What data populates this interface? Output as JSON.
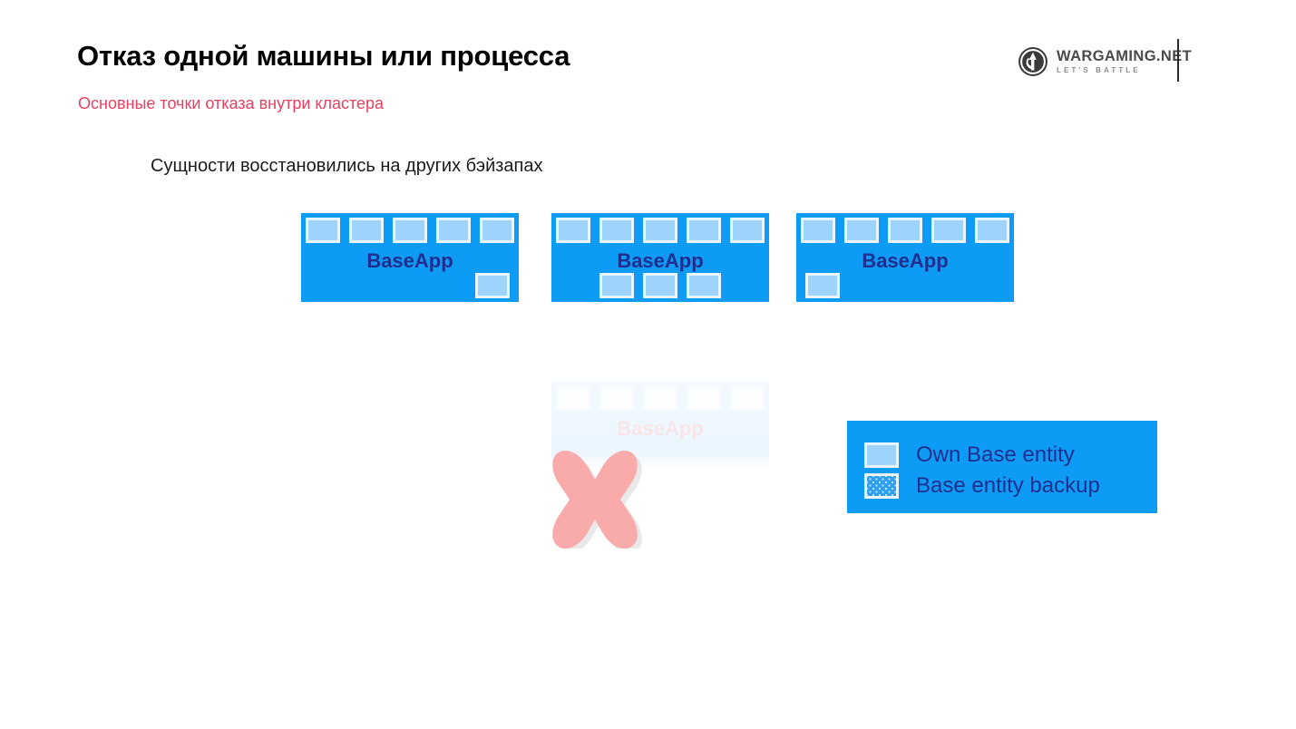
{
  "header": {
    "title": "Отказ одной машины или процесса",
    "subtitle": "Основные точки отказа внутри кластера",
    "subtitle_color": "#e8415f"
  },
  "logo": {
    "mark_name": "wargaming-logo-icon",
    "wordmark": "WARGAMING.NET",
    "tagline": "LET'S BATTLE"
  },
  "body": {
    "caption": "Сущности восстановились на других бэйзапах"
  },
  "diagram": {
    "panel_color": "#0d9bf5",
    "entity_color": "#9ed3fb",
    "entity_border_color": "#e8f4fe",
    "label_color": "#1f2f8f",
    "panels": [
      {
        "label": "BaseApp",
        "top_entities": 5,
        "bottom_entities": 1,
        "bottom_alignment": "right"
      },
      {
        "label": "BaseApp",
        "top_entities": 5,
        "bottom_entities": 3,
        "bottom_alignment": "center"
      },
      {
        "label": "BaseApp",
        "top_entities": 5,
        "bottom_entities": 1,
        "bottom_alignment": "left"
      }
    ],
    "failed_panel": {
      "label": "BaseApp",
      "top_entities": 5,
      "state": "failed",
      "marker": "red-x-mark",
      "marker_color": "#f6a6a6"
    }
  },
  "legend": {
    "background_color": "#0d9bf5",
    "items": [
      {
        "label": "Own Base entity",
        "swatch": "solid"
      },
      {
        "label": "Base entity backup",
        "swatch": "dotted"
      }
    ]
  }
}
